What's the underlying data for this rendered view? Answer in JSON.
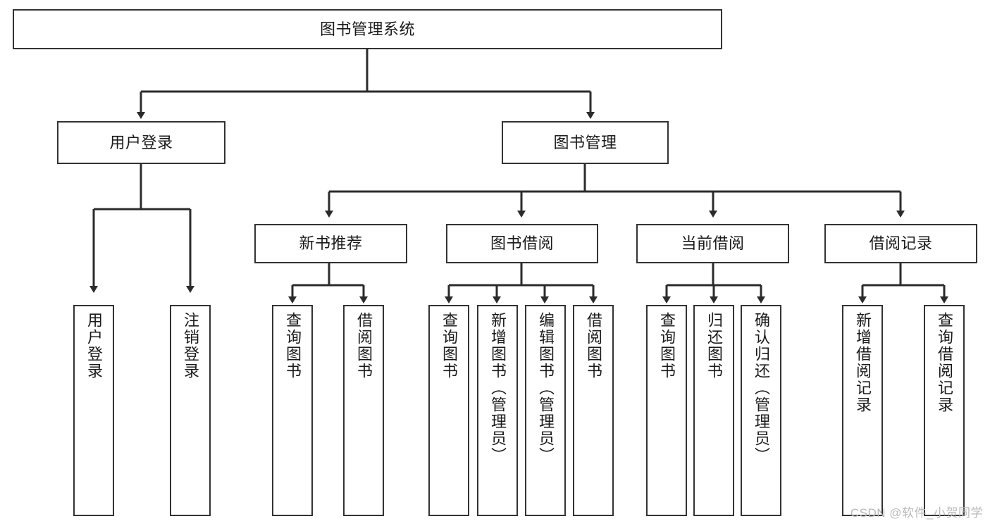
{
  "diagram": {
    "type": "tree",
    "title": "图书管理系统",
    "orientation": "top-down",
    "colors": {
      "box_border": "#333333",
      "box_fill": "#ffffff",
      "edge": "#333333",
      "text": "#1a1a1a",
      "background": "#ffffff",
      "watermark": "#b9b9b9"
    }
  },
  "nodes": {
    "root": {
      "label": "图书管理系统"
    },
    "level2": [
      {
        "label": "用户登录"
      },
      {
        "label": "图书管理"
      }
    ],
    "level3": [
      {
        "label": "新书推荐"
      },
      {
        "label": "图书借阅"
      },
      {
        "label": "当前借阅"
      },
      {
        "label": "借阅记录"
      }
    ],
    "leaves": {
      "user_login": [
        {
          "label": "用户登录"
        },
        {
          "label": "注销登录"
        }
      ],
      "new_book_recommend": [
        {
          "label": "查询图书"
        },
        {
          "label": "借阅图书"
        }
      ],
      "book_borrow": [
        {
          "label": "查询图书"
        },
        {
          "label": "新增图书（管理员）"
        },
        {
          "label": "编辑图书（管理员）"
        },
        {
          "label": "借阅图书"
        }
      ],
      "current_borrow": [
        {
          "label": "查询图书"
        },
        {
          "label": "归还图书"
        },
        {
          "label": "确认归还（管理员）"
        }
      ],
      "borrow_record": [
        {
          "label": "新增借阅记录"
        },
        {
          "label": "查询借阅记录"
        }
      ]
    }
  },
  "watermark": {
    "text": "CSDN @软件_小贺同学"
  }
}
